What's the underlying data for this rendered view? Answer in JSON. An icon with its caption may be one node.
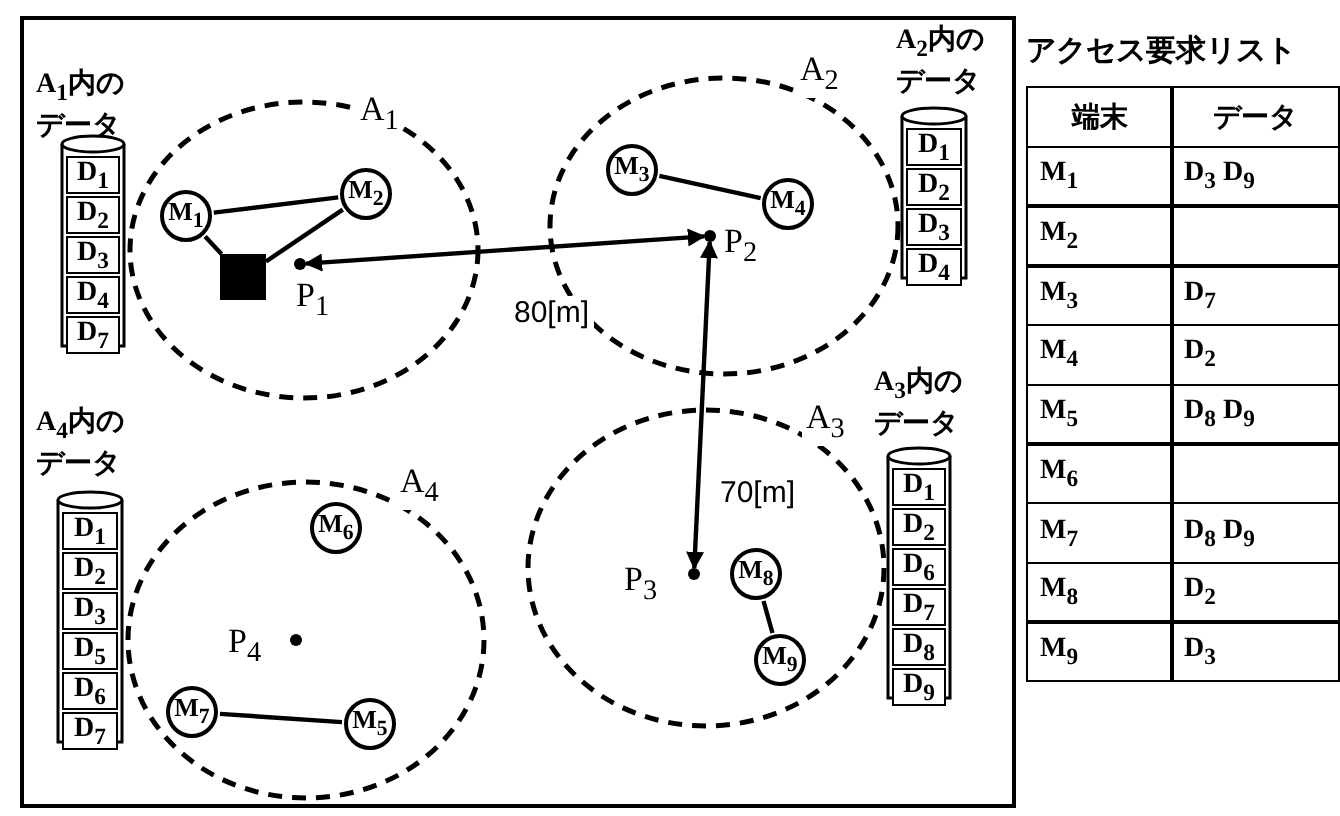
{
  "diagram": {
    "nodes": [
      {
        "text": [
          "A$_{1}$"
        ]
      },
      {
        "text": [
          "M$_{1}$"
        ],
        "in": 0
      },
      {
        "text": [
          "M$_{2}$"
        ],
        "in": 0
      },
      {
        "text": [],
        "shape": "box",
        "in": 0
      },
      {
        "text": [
          "P$_{1}$"
        ],
        "in": 0
      },
      {
        "text": [
          "A$_{2}$"
        ]
      },
      {
        "text": [
          "M$_{3}$"
        ],
        "in": 5
      },
      {
        "text": [
          "M$_{4}$"
        ],
        "in": 5
      },
      {
        "text": [
          "P$_{2}$"
        ],
        "in": 5
      },
      {
        "text": [
          "A$_{3}$"
        ]
      },
      {
        "text": [
          "P$_{3}$"
        ],
        "in": 9
      },
      {
        "text": [
          "M$_{8}$"
        ],
        "in": 9
      },
      {
        "text": [
          "M$_{9}$"
        ],
        "in": 9
      },
      {
        "text": [
          "A$_{4}$"
        ]
      },
      {
        "text": [
          "M$_{6}$"
        ],
        "in": 13
      },
      {
        "text": [
          "P$_{4}$"
        ],
        "in": 13
      },
      {
        "text": [
          "M$_{7}$"
        ],
        "in": 13
      },
      {
        "text": [
          "M$_{5}$"
        ],
        "in": 13
      },
      {
        "text": [
          "A$_{1}$内のデータ",
          "D$_{1}$",
          "D$_{2}$",
          "D$_{3}$",
          "D$_{4}$",
          "D$_{7}$"
        ]
      },
      {
        "text": [
          "A$_{2}$内のデータ",
          "D$_{1}$",
          "D$_{2}$",
          "D$_{3}$",
          "D$_{4}$"
        ]
      },
      {
        "text": [
          "A$_{3}$内のデータ",
          "D$_{1}$",
          "D$_{2}$",
          "D$_{6}$",
          "D$_{7}$",
          "D$_{8}$",
          "D$_{9}$"
        ]
      },
      {
        "text": [
          "A$_{4}$内のデータ",
          "D$_{1}$",
          "D$_{2}$",
          "D$_{3}$",
          "D$_{5}$",
          "D$_{6}$",
          "D$_{7}$"
        ]
      }
    ],
    "edges": [
      {
        "from": 1,
        "to": 2,
        "arrow": "none"
      },
      {
        "from": 1,
        "to": 3,
        "arrow": "none"
      },
      {
        "from": 2,
        "to": 3,
        "arrow": "none"
      },
      {
        "from": 4,
        "to": 8,
        "arrow": "both",
        "label": "80[m]"
      },
      {
        "from": 8,
        "to": 10,
        "arrow": "both",
        "label": "70[m]"
      },
      {
        "from": 6,
        "to": 7,
        "arrow": "none"
      },
      {
        "from": 11,
        "to": 12,
        "arrow": "none"
      },
      {
        "from": 16,
        "to": 17,
        "arrow": "none"
      }
    ],
    "labels": [
      "アクセス要求リスト",
      "端末",
      "データ",
      "M$_{1}$",
      "D$_{3}$ D$_{9}$",
      "M$_{2}$",
      "M$_{3}$",
      "D$_{7}$",
      "M$_{4}$",
      "D$_{2}$",
      "M$_{5}$",
      "D$_{8}$ D$_{9}$",
      "M$_{6}$",
      "M$_{7}$",
      "D$_{8}$ D$_{9}$",
      "M$_{8}$",
      "D$_{2}$",
      "M$_{9}$",
      "D$_{3}$"
    ]
  }
}
